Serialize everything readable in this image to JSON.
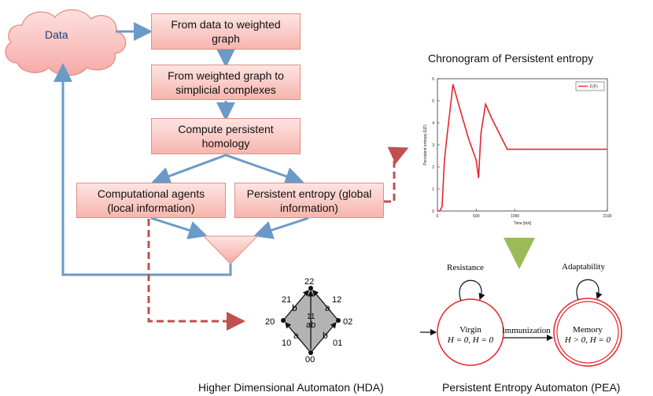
{
  "flow": {
    "data_cloud": "Data",
    "box1_line1": "From data to weighted",
    "box1_line2": "graph",
    "box2_line1": "From weighted graph to",
    "box2_line2": "simplicial complexes",
    "box3_line1": "Compute persistent",
    "box3_line2": "homology",
    "box4_line1": "Computational agents",
    "box4_line2": "(local information)",
    "box5_line1": "Persistent entropy (global",
    "box5_line2": "information)"
  },
  "chronogram": {
    "title": "Chronogram of Persistent entropy",
    "legend": "E(F)",
    "ylabel": "Persistent entropy E(F)",
    "xlabel": "Time [tick]"
  },
  "chart_data": {
    "type": "line",
    "x": [
      0,
      30,
      60,
      90,
      130,
      180,
      200,
      300,
      400,
      500,
      530,
      560,
      620,
      700,
      800,
      900,
      1000,
      1500,
      2000,
      2190
    ],
    "series": [
      {
        "name": "E(F)",
        "values": [
          0,
          0,
          0.2,
          2.3,
          3.6,
          5.1,
          5.75,
          4.5,
          3.3,
          2.3,
          1.5,
          3.5,
          4.85,
          4.2,
          3.5,
          2.8,
          2.8,
          2.8,
          2.8,
          2.8
        ]
      }
    ],
    "xticks": [
      "0",
      "500",
      "1000",
      "2190"
    ],
    "yticks": [
      "0",
      "1",
      "2",
      "3",
      "4",
      "5",
      "6"
    ],
    "xlim": [
      0,
      2190
    ],
    "ylim": [
      0,
      6
    ],
    "xlabel": "Time [tick]",
    "ylabel": "Persistent entropy E(F)",
    "grid": false,
    "legend_position": "top-right",
    "line_color": "#e8242e"
  },
  "hda": {
    "caption": "Higher Dimensional Automaton (HDA)",
    "node_top": "22",
    "node_left": "20",
    "node_right": "02",
    "node_bottom": "00",
    "edge_tl": "21",
    "edge_tr": "12",
    "edge_bl": "10",
    "edge_br": "01",
    "lbl_b1": "b",
    "lbl_a1": "a",
    "lbl_a2": "a",
    "lbl_b2": "b",
    "center1": "11",
    "center2": "ab"
  },
  "pea": {
    "caption": "Persistent Entropy Automaton (PEA)",
    "loop1": "Resistance",
    "loop2": "Adaptability",
    "state1_name": "Virgin",
    "state1_cond": "H = 0,  H = 0",
    "state2_name": "Memory",
    "state2_cond": "H > 0,  H = 0",
    "transition": "Immunization"
  },
  "colors": {
    "box_fill": "#f7b5ae",
    "arrow_blue": "#6b9ac8",
    "dashed_arrow": "#c0504d",
    "green_arrow": "#9bbb59",
    "state_circle": "#e8242e"
  }
}
